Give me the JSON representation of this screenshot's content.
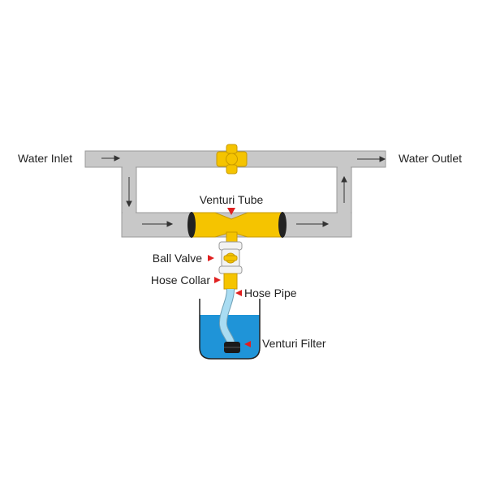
{
  "labels": {
    "water_inlet": "Water Inlet",
    "water_outlet": "Water Outlet",
    "venturi_tube": "Venturi Tube",
    "ball_valve": "Ball Valve",
    "hose_collar": "Hose Collar",
    "hose_pipe": "Hose Pipe",
    "venturi_filter": "Venturi Filter"
  },
  "colors": {
    "pipe_fill": "#c8c8c8",
    "pipe_stroke": "#9a9a9a",
    "brass": "#f5c400",
    "water": "#1f94d8",
    "hose": "#a9dcf2",
    "pointer": "#e02020",
    "text": "#222222"
  }
}
